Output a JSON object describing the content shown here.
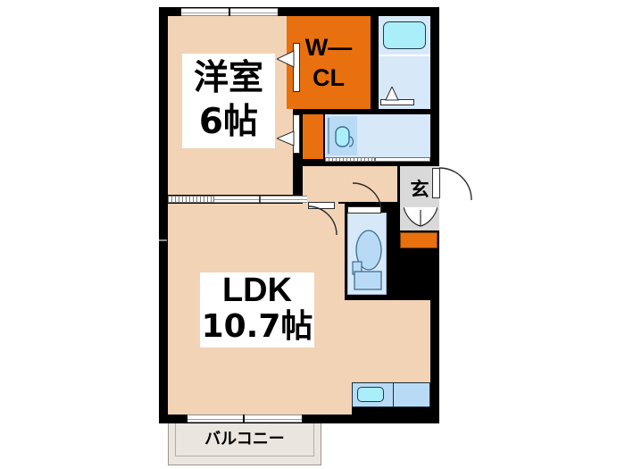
{
  "plan": {
    "type": "floor-plan",
    "layout_name": "1LDK",
    "unit_system": "jo (tatami mats)"
  },
  "rooms": [
    {
      "key": "washitsu",
      "name_line1": "洋室",
      "name_line2": "6帖",
      "size_jo": 6.0,
      "label": "洋室 6帖"
    },
    {
      "key": "ldk",
      "name_line1": "LDK",
      "name_line2": "10.7帖",
      "size_jo": 10.7,
      "label": "LDK 10.7帖"
    },
    {
      "key": "closet",
      "name_line1": "W—",
      "name_line2": "CL",
      "size_jo": null,
      "label": "W—CL"
    },
    {
      "key": "genkan",
      "name_line1": "玄",
      "name_line2": "",
      "size_jo": null,
      "label": "玄"
    },
    {
      "key": "balcony",
      "name_line1": "バルコニー",
      "name_line2": "",
      "size_jo": null,
      "label": "バルコニー"
    }
  ],
  "labels": {
    "bedroom_name": "洋室",
    "bedroom_size": "6帖",
    "ldk_name": "LDK",
    "ldk_size": "10.7帖",
    "closet_line1": "W—",
    "closet_line2": "CL",
    "genkan": "玄",
    "balcony": "バルコニー"
  },
  "fixtures": [
    {
      "name": "bathtub",
      "room": "bathroom"
    },
    {
      "name": "vanity-sink",
      "room": "washroom"
    },
    {
      "name": "toilet",
      "room": "toilet"
    },
    {
      "name": "kitchen-sink",
      "room": "ldk"
    },
    {
      "name": "shoe-cabinet",
      "room": "genkan"
    },
    {
      "name": "washer-space",
      "room": "washroom"
    }
  ],
  "openings": [
    {
      "name": "bedroom-window-north",
      "type": "sliding-window"
    },
    {
      "name": "ldk-window-west",
      "type": "sliding-window"
    },
    {
      "name": "ldk-balcony-door",
      "type": "sliding-door"
    },
    {
      "name": "bedroom-ldk-partition",
      "type": "sliding-door"
    },
    {
      "name": "entrance-door",
      "type": "hinged-door"
    },
    {
      "name": "bathroom-door",
      "type": "hinged-door"
    },
    {
      "name": "toilet-door",
      "type": "hinged-door"
    },
    {
      "name": "ldk-hall-door",
      "type": "hinged-door"
    },
    {
      "name": "closet-door-upper",
      "type": "folding-door"
    },
    {
      "name": "closet-door-lower",
      "type": "folding-door"
    }
  ],
  "colors": {
    "wall": "#000000",
    "room_floor": "#f2d3b5",
    "closet_orange": "#e8700f",
    "water_blue": "#b9daf5",
    "pale_blue": "#d7e9f8",
    "tub_cyan": "#a9eef8",
    "genkan_gray": "#d9d9d9",
    "balcony_gray": "#eae6df",
    "background": "#ffffff"
  }
}
